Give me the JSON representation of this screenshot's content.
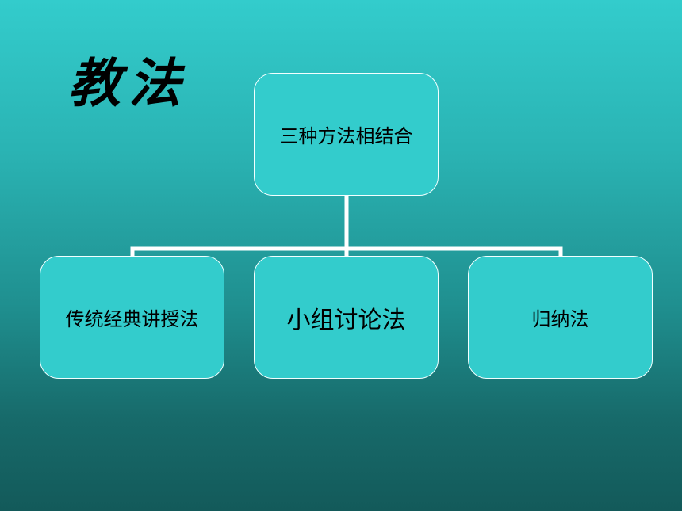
{
  "title": "教法",
  "diagram": {
    "root": {
      "label": "三种方法相结合"
    },
    "children": [
      {
        "label": "传统经典讲授法"
      },
      {
        "label": "小组讨论法"
      },
      {
        "label": "归纳法"
      }
    ],
    "colors": {
      "box_fill": "#33cccc",
      "line": "#ffffff",
      "box_border": "#f2ffff"
    }
  }
}
